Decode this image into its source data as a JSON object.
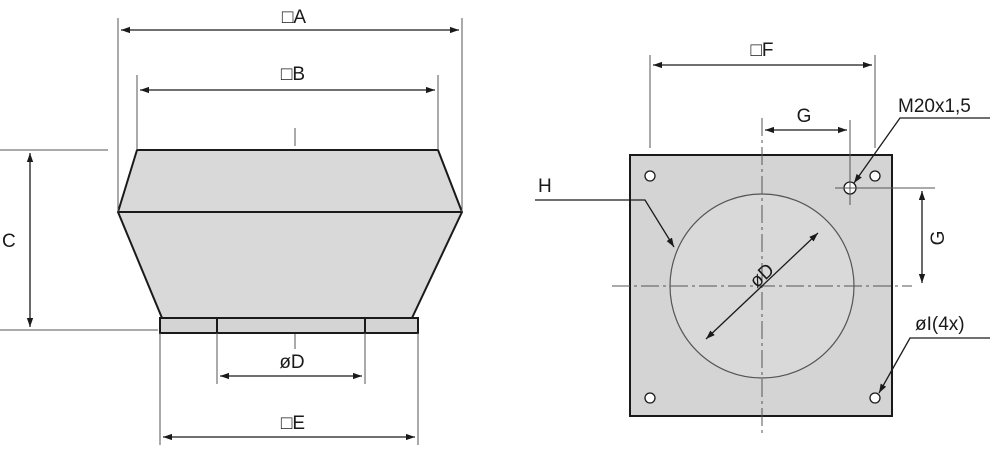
{
  "labels": {
    "A": "□A",
    "B": "□B",
    "C": "C",
    "D_side": "øD",
    "E": "□E",
    "F": "□F",
    "G_top": "G",
    "G_side": "G",
    "H": "H",
    "D_plan": "øD",
    "thread": "M20x1,5",
    "holes": "øI(4x)"
  },
  "colors": {
    "body_fill": "#d9d9d9",
    "plate_fill": "#d4d4d4",
    "line": "#1a1a1a"
  }
}
